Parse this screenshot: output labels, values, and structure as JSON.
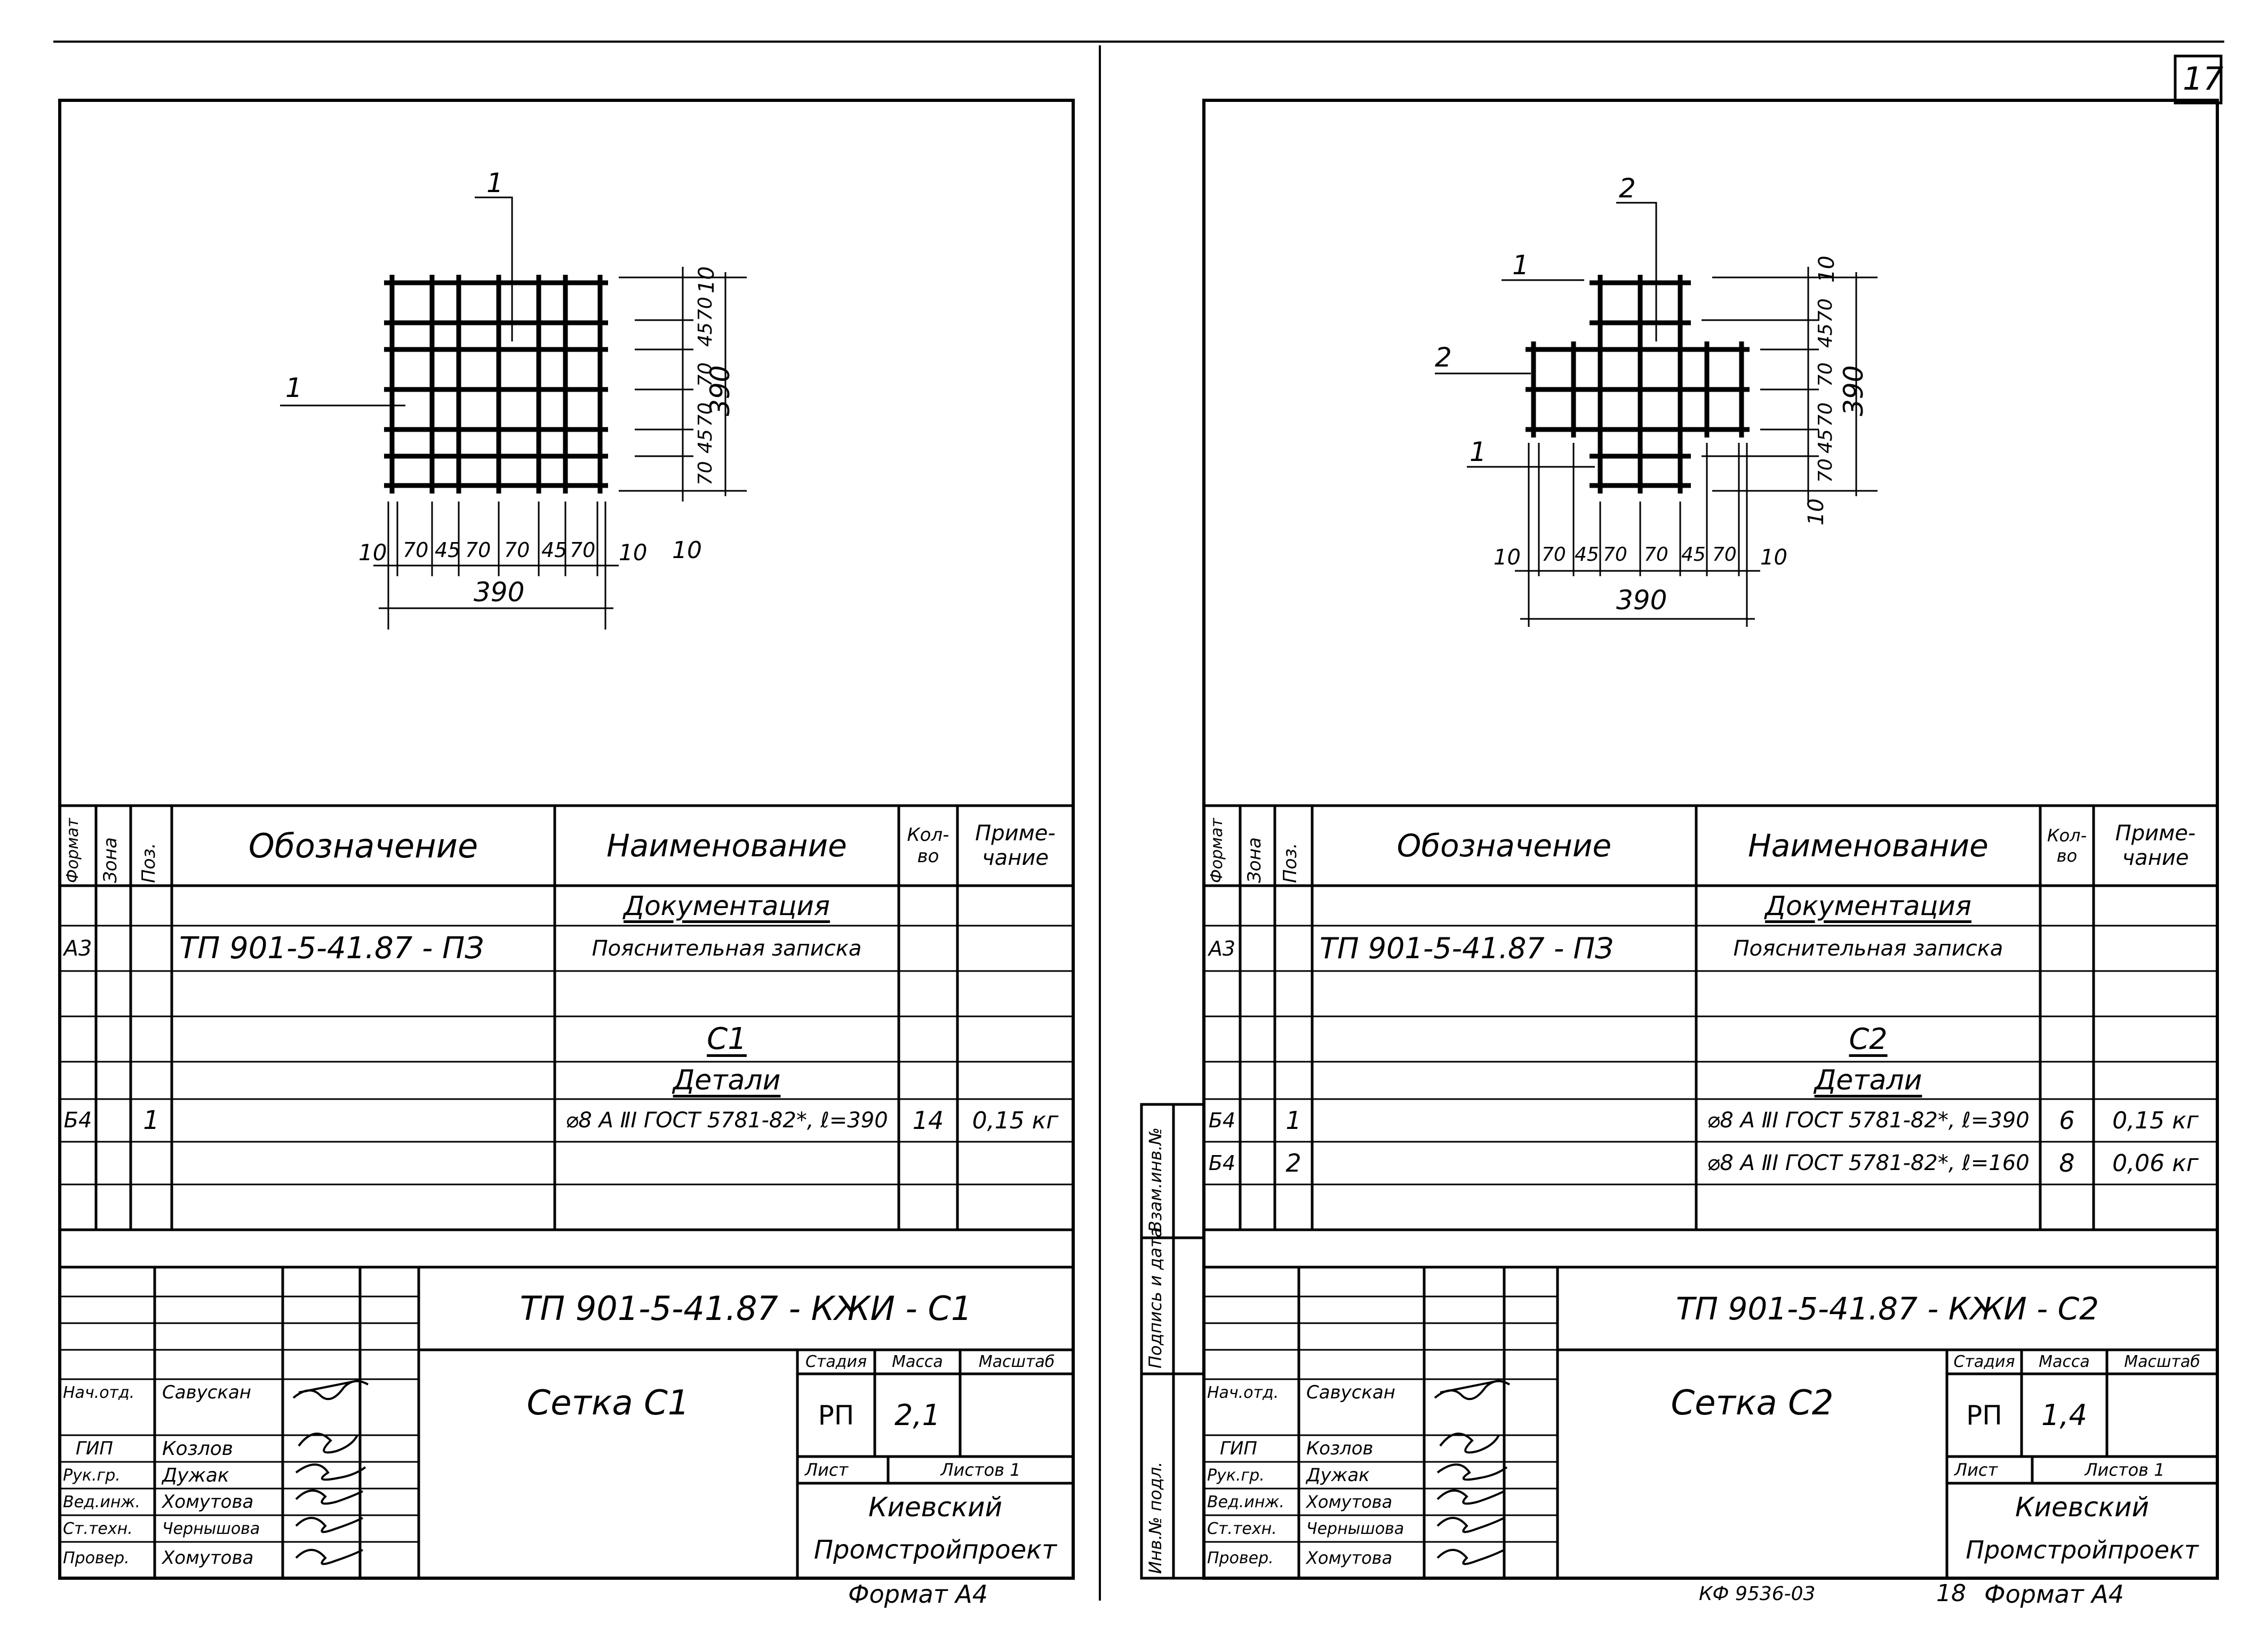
{
  "page_number": "17",
  "sheets": [
    {
      "id": "c1",
      "dims": {
        "mark_top": "1",
        "mark_left": "1",
        "vertical": [
          "10",
          "70",
          "45",
          "70",
          "70",
          "45",
          "70",
          "10"
        ],
        "horizontal": [
          "10",
          "70",
          "45",
          "70",
          "70",
          "45",
          "70",
          "10"
        ],
        "total_v": "390",
        "total_h": "390"
      },
      "spec": {
        "headers": {
          "format": "Формат",
          "zone": "Зона",
          "pos": "Поз.",
          "designation": "Обозначение",
          "name": "Наименование",
          "qty": "Кол-во",
          "note": "Приме-чание"
        },
        "doc_title": "Документация",
        "doc_row": {
          "format": "А3",
          "designation": "ТП 901-5-41.87 - ПЗ",
          "name": "Пояснительная записка"
        },
        "assembly": "С1",
        "details_title": "Детали",
        "rows": [
          {
            "format": "Б4",
            "pos": "1",
            "name": "⌀8 А ⅡⅠ ГОСТ 5781-82*, ℓ=390",
            "qty": "14",
            "note": "0,15 кг"
          }
        ]
      },
      "title_block": {
        "code": "ТП 901-5-41.87 - КЖИ - С1",
        "title": "Сетка С1",
        "stage_label": "Стадия",
        "mass_label": "Масса",
        "scale_label": "Масштаб",
        "stage": "РП",
        "mass": "2,1",
        "sheet_label": "Лист",
        "sheets_label": "Листов 1",
        "org_line1": "Киевский",
        "org_line2": "Промстройпроект",
        "people": [
          {
            "role": "Нач.отд.",
            "name": "Савускан"
          },
          {
            "role": "ГИП",
            "name": "Козлов"
          },
          {
            "role": "Рук.гр.",
            "name": "Дужак"
          },
          {
            "role": "Вед.инж.",
            "name": "Хомутова"
          },
          {
            "role": "Ст.техн.",
            "name": "Чернышова"
          },
          {
            "role": "Провер.",
            "name": "Хомутова"
          }
        ],
        "format": "Формат А4"
      }
    },
    {
      "id": "c2",
      "dims": {
        "mark_top": "2",
        "mark_left_top": "1",
        "mark_left_mid": "2",
        "mark_left_bottom": "1",
        "vertical": [
          "10",
          "70",
          "45",
          "70",
          "70",
          "45",
          "70",
          "10"
        ],
        "horizontal": [
          "10",
          "70",
          "45",
          "70",
          "70",
          "45",
          "70",
          "10"
        ],
        "total_v": "390",
        "total_h": "390"
      },
      "spec": {
        "headers": {
          "format": "Формат",
          "zone": "Зона",
          "pos": "Поз.",
          "designation": "Обозначение",
          "name": "Наименование",
          "qty": "Кол-во",
          "note": "Приме-чание"
        },
        "doc_title": "Документация",
        "doc_row": {
          "format": "А3",
          "designation": "ТП 901-5-41.87 - ПЗ",
          "name": "Пояснительная записка"
        },
        "assembly": "С2",
        "details_title": "Детали",
        "rows": [
          {
            "format": "Б4",
            "pos": "1",
            "name": "⌀8 А ⅡⅠ ГОСТ 5781-82*, ℓ=390",
            "qty": "6",
            "note": "0,15 кг"
          },
          {
            "format": "Б4",
            "pos": "2",
            "name": "⌀8 А ⅡⅠ ГОСТ 5781-82*, ℓ=160",
            "qty": "8",
            "note": "0,06 кг"
          }
        ]
      },
      "title_block": {
        "code": "ТП 901-5-41.87 - КЖИ - С2",
        "title": "Сетка С2",
        "stage_label": "Стадия",
        "mass_label": "Масса",
        "scale_label": "Масштаб",
        "stage": "РП",
        "mass": "1,4",
        "sheet_label": "Лист",
        "sheets_label": "Листов 1",
        "org_line1": "Киевский",
        "org_line2": "Промстройпроект",
        "people": [
          {
            "role": "Нач.отд.",
            "name": "Савускан"
          },
          {
            "role": "ГИП",
            "name": "Козлов"
          },
          {
            "role": "Рук.гр.",
            "name": "Дужак"
          },
          {
            "role": "Вед.инж.",
            "name": "Хомутова"
          },
          {
            "role": "Ст.техн.",
            "name": "Чернышова"
          },
          {
            "role": "Провер.",
            "name": "Хомутова"
          }
        ],
        "side_labels": [
          "Инв.№ подл.",
          "Подпись и дата",
          "Взам.инв.№"
        ],
        "footer_code": "КФ 9536-03",
        "footer_num": "18",
        "format": "Формат А4"
      }
    }
  ]
}
